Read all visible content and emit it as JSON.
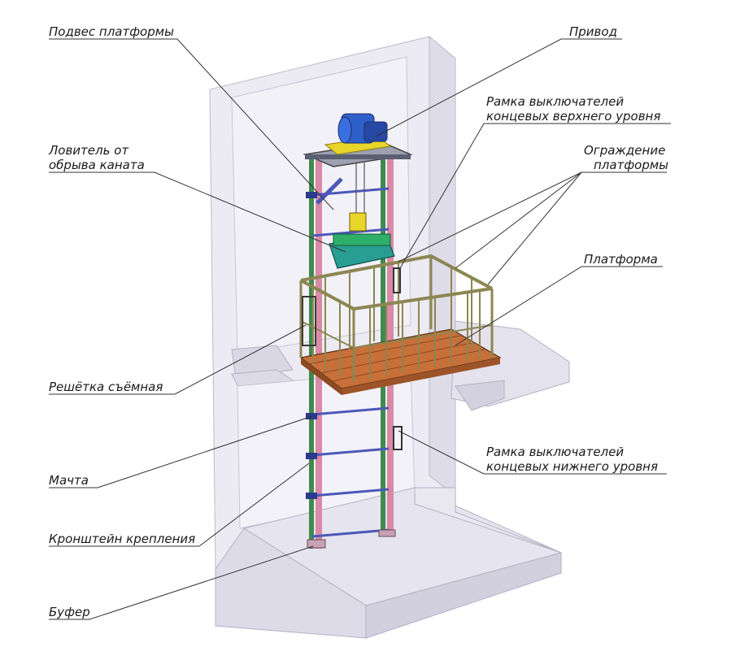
{
  "labels": {
    "suspension": "Подвес платформы",
    "drive": "Привод",
    "upper_frame_1": "Рамка выключателей",
    "upper_frame_2": "концевых верхнего уровня",
    "catcher_1": "Ловитель от",
    "catcher_2": "обрыва каната",
    "guard_1": "Ограждение",
    "guard_2": "платформы",
    "platform": "Платформа",
    "grille": "Решётка съёмная",
    "lower_frame_1": "Рамка выключателей",
    "lower_frame_2": "концевых нижнего уровня",
    "mast": "Мачта",
    "bracket": "Кронштейн крепления",
    "buffer": "Буфер"
  },
  "colors": {
    "shaft_fill": "#e9e7f1",
    "shaft_stroke": "#b9b6c9",
    "mast_green": "#3f8a4e",
    "mast_pink": "#d98aa6",
    "rung_blue": "#4c58b8",
    "floor_wood": "#c8703a",
    "rail_olive": "#8c8652",
    "motor_blue": "#2f5fc9",
    "motor_yellow": "#e8d52a",
    "cart_teal": "#2a9d93",
    "leader": "#333333"
  }
}
